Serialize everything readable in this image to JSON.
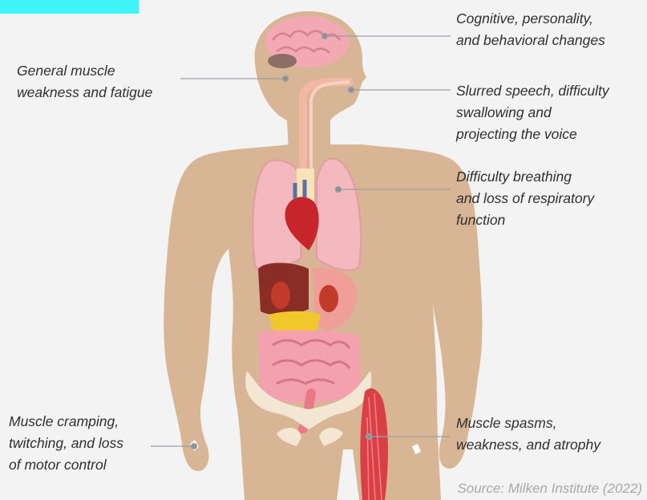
{
  "colors": {
    "accent": "#3ef4f4",
    "background": "#f3f3f3",
    "skin": "#d8b595",
    "leader_line": "#9aa0a6",
    "text": "#2f2f2f",
    "source_text": "#a8a8a8"
  },
  "annotations": {
    "brain": "Cognitive, personality,\nand behavioral changes",
    "muscle_weakness": "General muscle\nweakness and fatigue",
    "speech": "Slurred speech, difficulty\nswallowing and\nprojecting the voice",
    "breathing": "Difficulty breathing\nand loss of respiratory\nfunction",
    "cramping": "Muscle cramping,\ntwitching, and loss\nof motor control",
    "spasms": "Muscle spasms,\nweakness, and atrophy"
  },
  "source": "Source: Milken Institute (2022)"
}
